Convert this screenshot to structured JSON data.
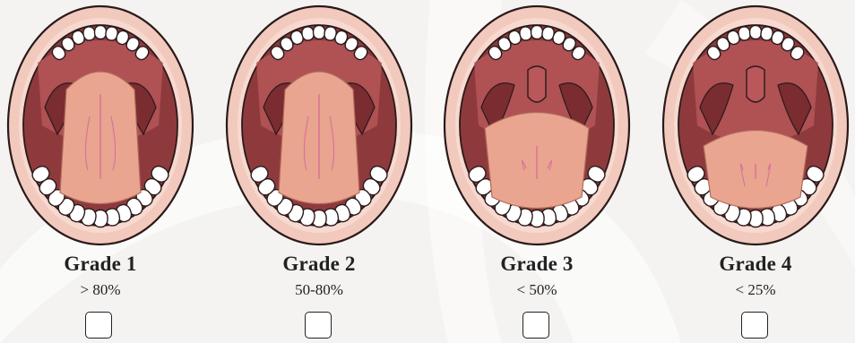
{
  "grades": [
    {
      "title": "Grade 1",
      "percent": "> 80%",
      "checked": false
    },
    {
      "title": "Grade 2",
      "percent": "50-80%",
      "checked": false
    },
    {
      "title": "Grade 3",
      "percent": "< 50%",
      "checked": false
    },
    {
      "title": "Grade 4",
      "percent": "< 25%",
      "checked": false
    }
  ],
  "colors": {
    "background": "#f4f3f1",
    "lip": "#f2c9bd",
    "lip_outline": "#2a1a1a",
    "mouth_interior": "#8e3a3d",
    "palate": "#b9575a",
    "tongue": "#e9a58f",
    "teeth": "#ffffff"
  }
}
